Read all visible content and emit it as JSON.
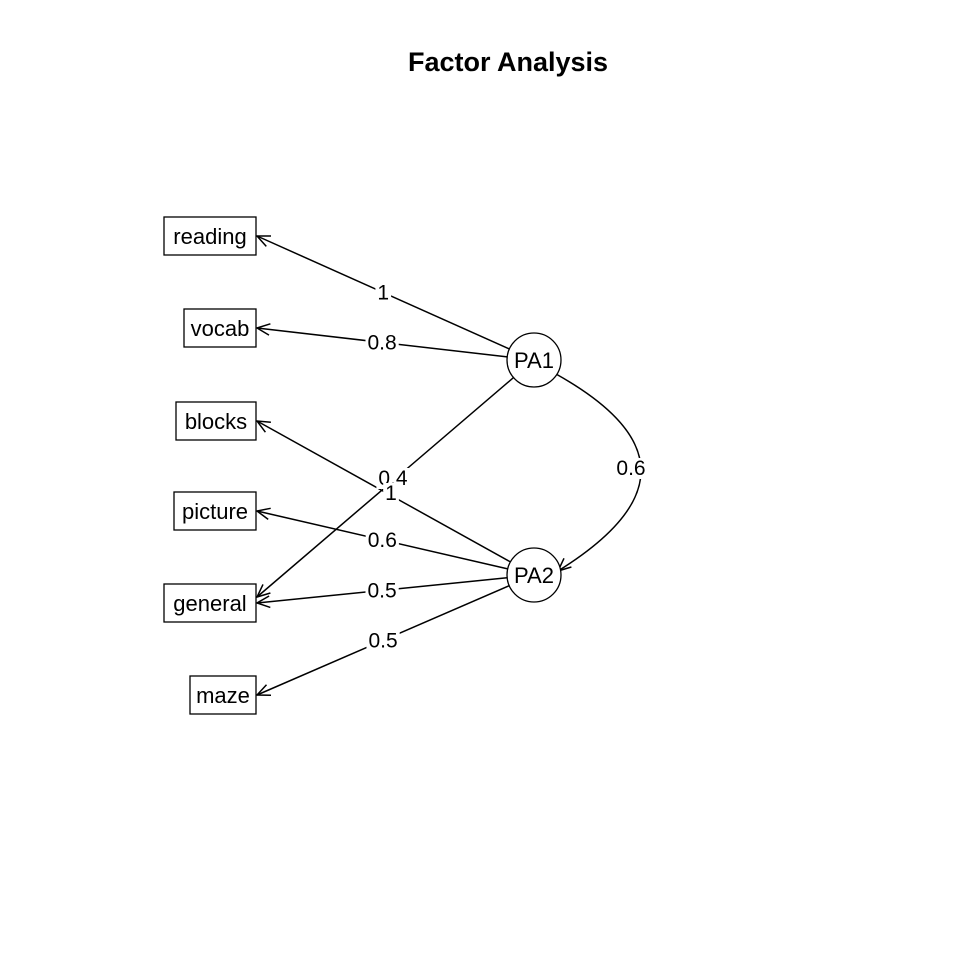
{
  "title": "Factor Analysis",
  "variables": [
    {
      "id": "reading",
      "label": "reading"
    },
    {
      "id": "vocab",
      "label": "vocab"
    },
    {
      "id": "blocks",
      "label": "blocks"
    },
    {
      "id": "picture",
      "label": "picture"
    },
    {
      "id": "general",
      "label": "general"
    },
    {
      "id": "maze",
      "label": "maze"
    }
  ],
  "factors": [
    {
      "id": "PA1",
      "label": "PA1"
    },
    {
      "id": "PA2",
      "label": "PA2"
    }
  ],
  "loadings": [
    {
      "from": "PA1",
      "to": "reading",
      "label": "1"
    },
    {
      "from": "PA1",
      "to": "vocab",
      "label": "0.8"
    },
    {
      "from": "PA1",
      "to": "general",
      "label": "0.4"
    },
    {
      "from": "PA2",
      "to": "blocks",
      "label": "1"
    },
    {
      "from": "PA2",
      "to": "picture",
      "label": "0.6"
    },
    {
      "from": "PA2",
      "to": "general",
      "label": "0.5"
    },
    {
      "from": "PA2",
      "to": "maze",
      "label": "0.5"
    }
  ],
  "correlations": [
    {
      "from": "PA1",
      "to": "PA2",
      "label": "0.6"
    }
  ]
}
